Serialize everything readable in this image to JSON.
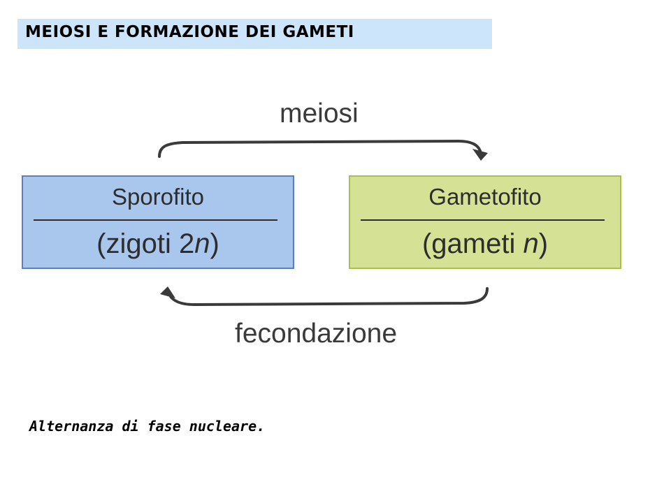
{
  "title": "MEIOSI E FORMAZIONE DEI GAMETI",
  "diagram": {
    "top_arrow_label": "meiosi",
    "bottom_arrow_label": "fecondazione",
    "left_box": {
      "name": "Sporofito",
      "detail_prefix": "(zigoti 2",
      "detail_italic": "n",
      "detail_suffix": ")",
      "fill_color": "#a9c6ed",
      "border_color": "#5c7ebd"
    },
    "right_box": {
      "name": "Gametofito",
      "detail_prefix": "(gameti ",
      "detail_italic": "n",
      "detail_suffix": ")",
      "fill_color": "#d5e295",
      "border_color": "#a7c24b"
    },
    "arrow_color": "#3a3a3a"
  },
  "caption": "Alternanza di fase nucleare.",
  "title_bar_color": "#cce5fb"
}
